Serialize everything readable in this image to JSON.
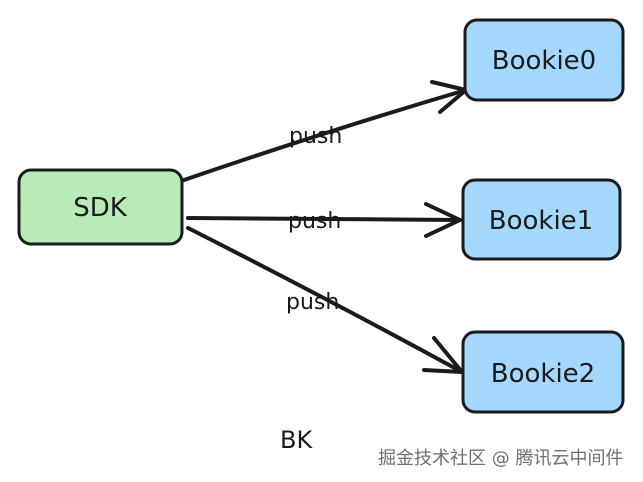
{
  "nodes": {
    "sdk": {
      "label": "SDK",
      "fill": "#b7ebb7"
    },
    "bookie0": {
      "label": "Bookie0",
      "fill": "#a5d8ff"
    },
    "bookie1": {
      "label": "Bookie1",
      "fill": "#a5d8ff"
    },
    "bookie2": {
      "label": "Bookie2",
      "fill": "#a5d8ff"
    }
  },
  "edges": [
    {
      "from": "sdk",
      "to": "bookie0",
      "label": "push"
    },
    {
      "from": "sdk",
      "to": "bookie1",
      "label": "push"
    },
    {
      "from": "sdk",
      "to": "bookie2",
      "label": "push"
    }
  ],
  "caption": "BK",
  "watermark": "掘金技术社区 @ 腾讯云中间件",
  "colors": {
    "stroke": "#1b1b1b",
    "sdk_fill": "#b7ebb7",
    "bookie_fill": "#a5d8ff",
    "watermark": "#6f6f6f"
  }
}
